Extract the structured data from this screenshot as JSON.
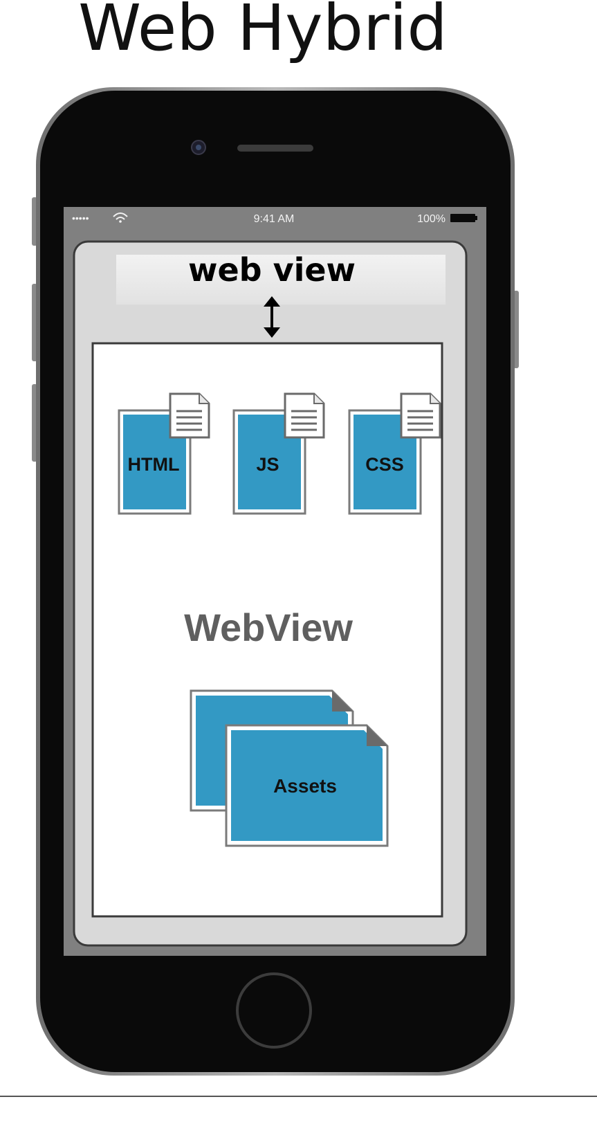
{
  "title": "Web Hybrid",
  "status_bar": {
    "signal": "•••••",
    "wifi_icon": "wifi-icon",
    "time": "9:41 AM",
    "battery_percent": "100%",
    "battery_icon": "battery-icon"
  },
  "web_view_label": "web view",
  "webview_label": "WebView",
  "files": [
    {
      "label": "HTML",
      "icon": "html-file-icon"
    },
    {
      "label": "JS",
      "icon": "js-file-icon"
    },
    {
      "label": "CSS",
      "icon": "css-file-icon"
    }
  ],
  "assets_label": "Assets",
  "colors": {
    "file_blue": "#3399c4",
    "phone_body": "#0a0a0a",
    "screen_gray": "#808080",
    "webview_gray": "#5f5f5f"
  }
}
